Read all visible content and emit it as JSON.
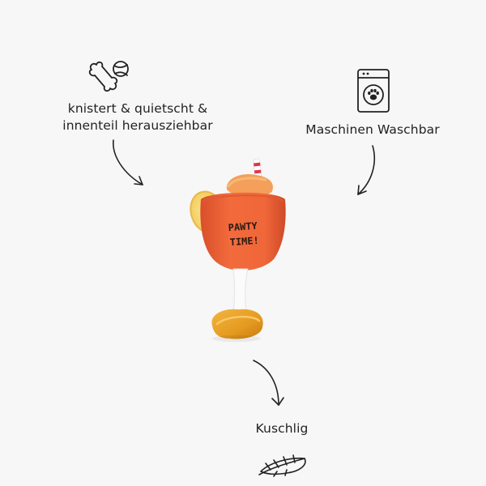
{
  "features": {
    "crinkle": {
      "line1": "knistert & quietscht &",
      "line2": "innenteil herausziehbar",
      "icon": "bone-and-ball-icon"
    },
    "washable": {
      "text": "Maschinen Waschbar",
      "icon": "washing-machine-paw-icon"
    },
    "cuddly": {
      "text": "Kuschlig",
      "icon": "feather-icon"
    }
  },
  "product": {
    "glass_print_line1": "PAWTY",
    "glass_print_line2": "TIME!"
  },
  "colors": {
    "background": "#f7f7f7",
    "ink": "#222222",
    "glass_orange": "#f0673a",
    "foot_gold": "#e9a22a",
    "lemon": "#f6d36a"
  }
}
